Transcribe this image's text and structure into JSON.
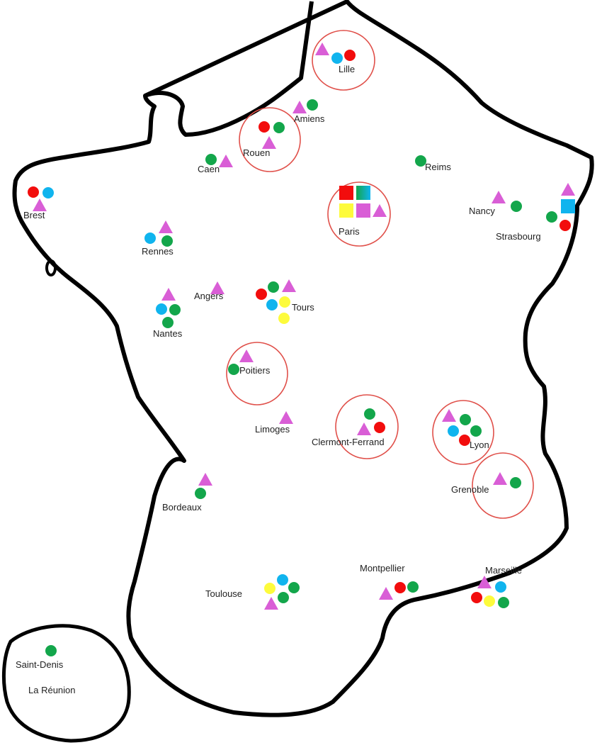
{
  "colors": {
    "red": "#f20d0d",
    "green": "#13a64b",
    "blue": "#10b4ee",
    "yellow": "#fdfb3c",
    "magenta": "#d95ed6",
    "outline": "#000000",
    "highlight_ring": "#e0504a"
  },
  "cities": [
    {
      "name": "Lille",
      "circled": true,
      "markers": [
        [
          "triangle",
          "magenta"
        ],
        [
          "circle",
          "blue"
        ],
        [
          "circle",
          "red"
        ]
      ]
    },
    {
      "name": "Amiens",
      "circled": false,
      "markers": [
        [
          "triangle",
          "magenta"
        ],
        [
          "circle",
          "green"
        ]
      ]
    },
    {
      "name": "Rouen",
      "circled": true,
      "markers": [
        [
          "circle",
          "red"
        ],
        [
          "circle",
          "green"
        ],
        [
          "triangle",
          "magenta"
        ]
      ]
    },
    {
      "name": "Caen",
      "circled": false,
      "markers": [
        [
          "circle",
          "green"
        ],
        [
          "triangle",
          "magenta"
        ]
      ]
    },
    {
      "name": "Reims",
      "circled": false,
      "markers": [
        [
          "circle",
          "green"
        ]
      ]
    },
    {
      "name": "Brest",
      "circled": false,
      "markers": [
        [
          "circle",
          "red"
        ],
        [
          "circle",
          "blue"
        ],
        [
          "triangle",
          "magenta"
        ]
      ]
    },
    {
      "name": "Paris",
      "circled": true,
      "markers": [
        [
          "square",
          "red"
        ],
        [
          "square",
          "green-blue"
        ],
        [
          "square",
          "yellow"
        ],
        [
          "square",
          "magenta"
        ],
        [
          "triangle",
          "magenta"
        ]
      ]
    },
    {
      "name": "Nancy",
      "circled": false,
      "markers": [
        [
          "triangle",
          "magenta"
        ],
        [
          "circle",
          "green"
        ]
      ]
    },
    {
      "name": "Strasbourg",
      "circled": false,
      "markers": [
        [
          "triangle",
          "magenta"
        ],
        [
          "square",
          "blue"
        ],
        [
          "circle",
          "green"
        ],
        [
          "circle",
          "red"
        ]
      ]
    },
    {
      "name": "Rennes",
      "circled": false,
      "markers": [
        [
          "triangle",
          "magenta"
        ],
        [
          "circle",
          "blue"
        ],
        [
          "circle",
          "green"
        ]
      ]
    },
    {
      "name": "Angers",
      "circled": false,
      "markers": [
        [
          "triangle",
          "magenta"
        ]
      ]
    },
    {
      "name": "Tours",
      "circled": false,
      "markers": [
        [
          "circle",
          "red"
        ],
        [
          "circle",
          "green"
        ],
        [
          "triangle",
          "magenta"
        ],
        [
          "circle",
          "blue"
        ],
        [
          "circle",
          "yellow"
        ],
        [
          "circle",
          "yellow"
        ]
      ]
    },
    {
      "name": "Nantes",
      "circled": false,
      "markers": [
        [
          "triangle",
          "magenta"
        ],
        [
          "circle",
          "blue"
        ],
        [
          "circle",
          "green"
        ],
        [
          "circle",
          "green"
        ]
      ]
    },
    {
      "name": "Poitiers",
      "circled": true,
      "markers": [
        [
          "triangle",
          "magenta"
        ],
        [
          "circle",
          "green"
        ]
      ]
    },
    {
      "name": "Limoges",
      "circled": false,
      "markers": [
        [
          "triangle",
          "magenta"
        ]
      ]
    },
    {
      "name": "Clermont-Ferrand",
      "circled": true,
      "markers": [
        [
          "circle",
          "green"
        ],
        [
          "triangle",
          "magenta"
        ],
        [
          "circle",
          "red"
        ]
      ]
    },
    {
      "name": "Lyon",
      "circled": true,
      "markers": [
        [
          "triangle",
          "magenta"
        ],
        [
          "circle",
          "green"
        ],
        [
          "circle",
          "blue"
        ],
        [
          "circle",
          "green"
        ],
        [
          "circle",
          "red"
        ]
      ]
    },
    {
      "name": "Grenoble",
      "circled": true,
      "markers": [
        [
          "triangle",
          "magenta"
        ],
        [
          "circle",
          "green"
        ]
      ]
    },
    {
      "name": "Bordeaux",
      "circled": false,
      "markers": [
        [
          "triangle",
          "magenta"
        ],
        [
          "circle",
          "green"
        ]
      ]
    },
    {
      "name": "Toulouse",
      "circled": false,
      "markers": [
        [
          "circle",
          "blue"
        ],
        [
          "circle",
          "yellow"
        ],
        [
          "circle",
          "green"
        ],
        [
          "circle",
          "green"
        ],
        [
          "triangle",
          "magenta"
        ]
      ]
    },
    {
      "name": "Montpellier",
      "circled": false,
      "markers": [
        [
          "triangle",
          "magenta"
        ],
        [
          "circle",
          "red"
        ],
        [
          "circle",
          "green"
        ]
      ]
    },
    {
      "name": "Marseille",
      "circled": false,
      "markers": [
        [
          "triangle",
          "magenta"
        ],
        [
          "circle",
          "blue"
        ],
        [
          "circle",
          "red"
        ],
        [
          "circle",
          "yellow"
        ],
        [
          "circle",
          "green"
        ]
      ]
    },
    {
      "name": "Saint-Denis",
      "circled": false,
      "markers": [
        [
          "circle",
          "green"
        ]
      ]
    }
  ],
  "region_labels": {
    "reunion": "La Réunion"
  }
}
